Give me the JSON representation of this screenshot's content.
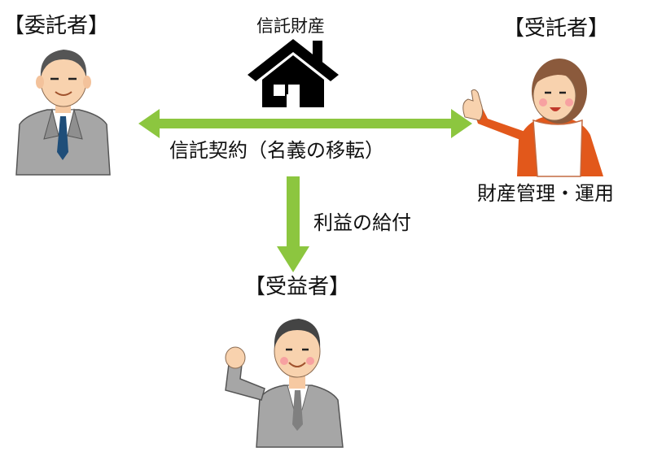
{
  "labels": {
    "settlor": "【委託者】",
    "trustee": "【受託者】",
    "beneficiary": "【受益者】",
    "trust_property": "信託財産",
    "contract": "信託契約（名義の移転）",
    "benefit": "利益の給付",
    "management": "財産管理・運用"
  },
  "colors": {
    "arrow": "#8cc63f",
    "house": "#000000",
    "suit": "#a6a6a6",
    "apron": "#e2581b"
  },
  "icons": [
    "house-icon",
    "settlor-man-icon",
    "trustee-woman-icon",
    "beneficiary-man-icon"
  ]
}
